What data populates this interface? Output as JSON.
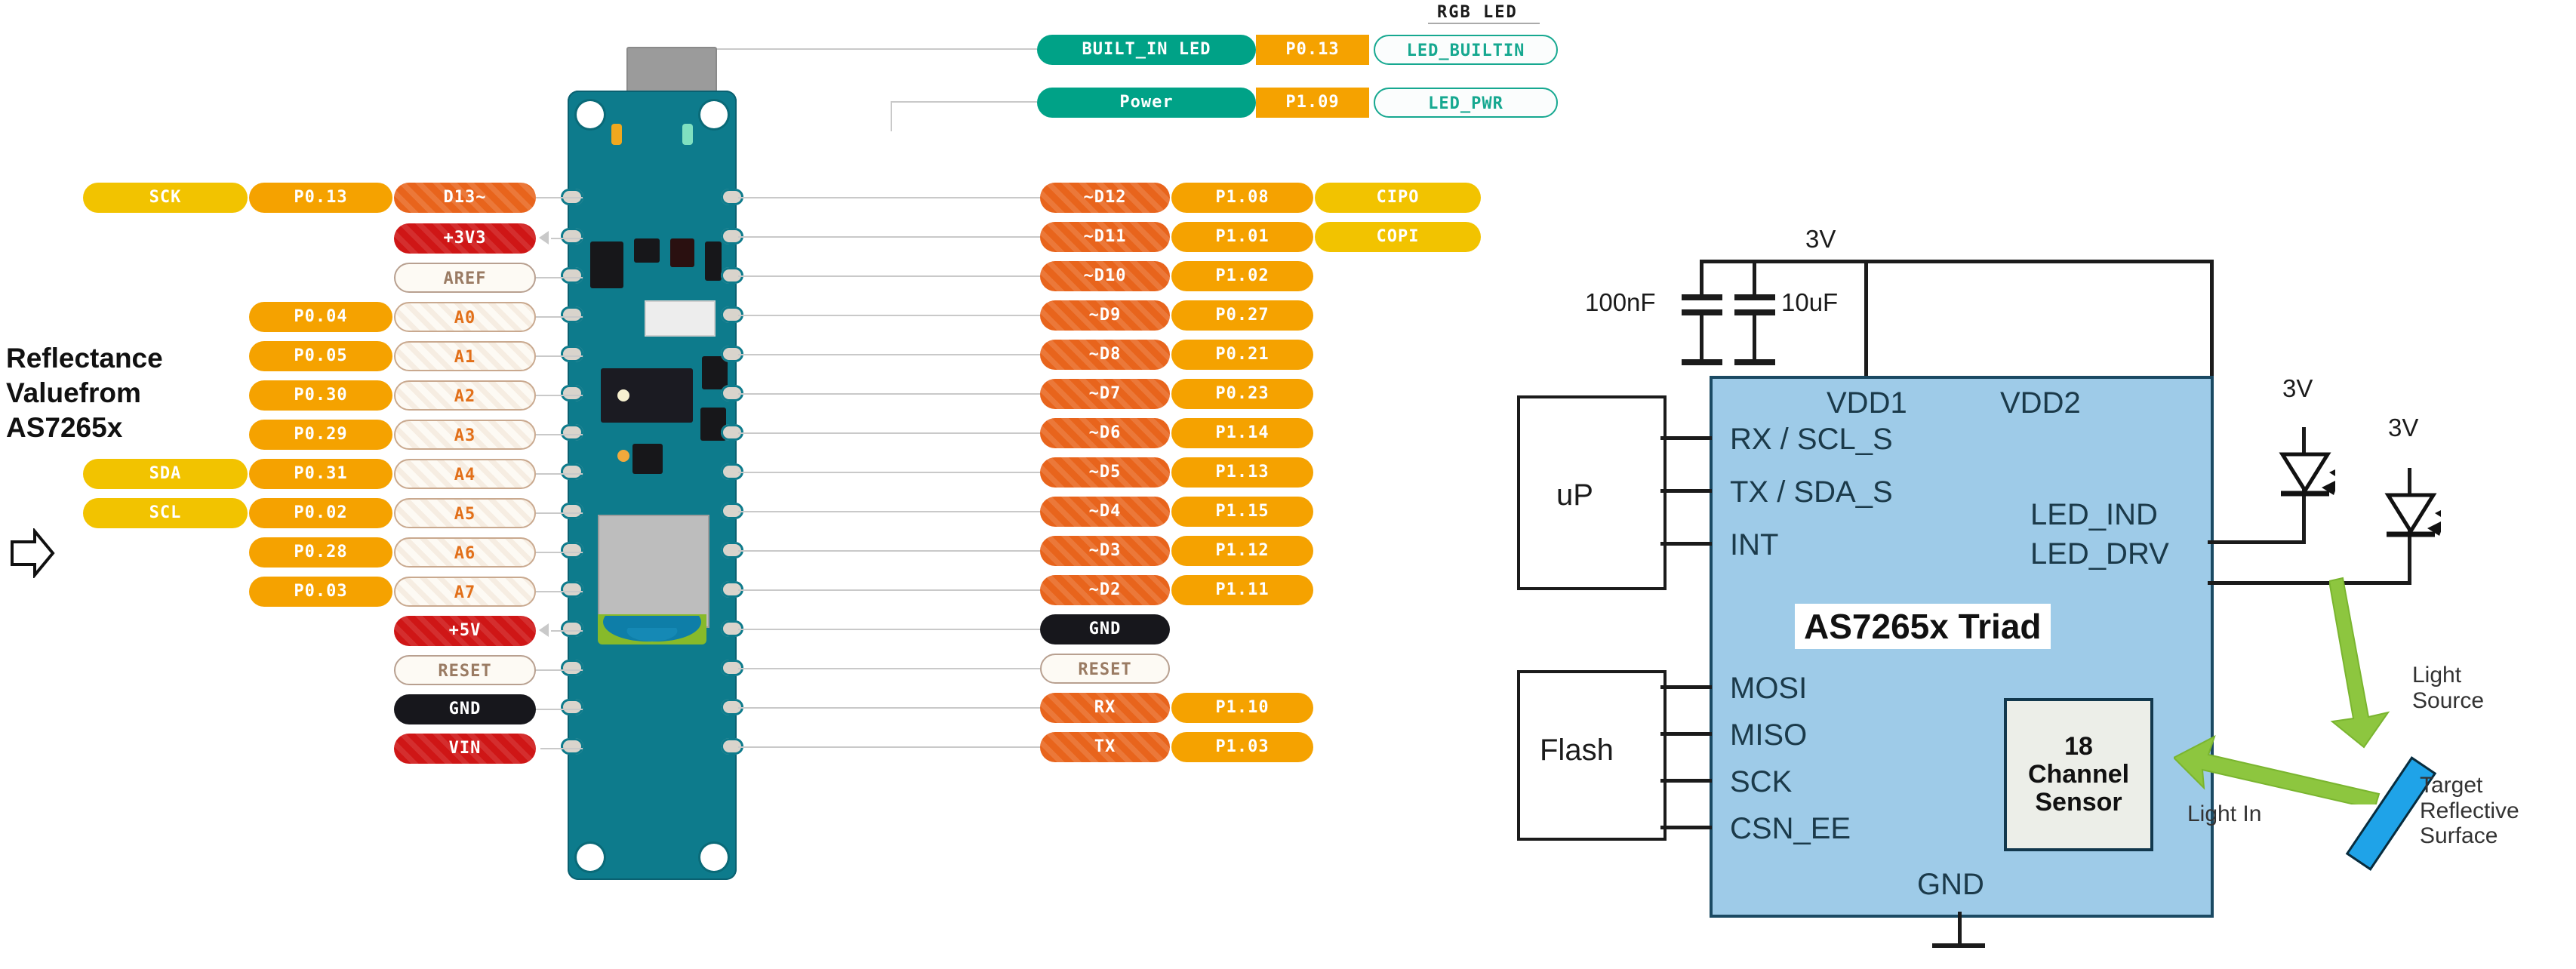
{
  "annotation": {
    "left_note": "Reflectance Valuefrom AS7265x",
    "arrow_icon": "right-arrow-outline"
  },
  "rgb_led": {
    "title": "RGB LED",
    "rows": [
      {
        "fn": "BUILT_IN LED",
        "port": "P0.13",
        "alias": "LED_BUILTIN"
      },
      {
        "fn": "Power",
        "port": "P1.09",
        "alias": "LED_PWR"
      }
    ]
  },
  "left_pins": [
    {
      "fn": "SCK",
      "port": "P0.13",
      "name": "D13~",
      "kind": "dig"
    },
    {
      "fn": "",
      "port": "",
      "name": "+3V3",
      "kind": "pwr"
    },
    {
      "fn": "",
      "port": "",
      "name": "AREF",
      "kind": "plain"
    },
    {
      "fn": "",
      "port": "P0.04",
      "name": "A0",
      "kind": "ana"
    },
    {
      "fn": "",
      "port": "P0.05",
      "name": "A1",
      "kind": "ana"
    },
    {
      "fn": "",
      "port": "P0.30",
      "name": "A2",
      "kind": "ana"
    },
    {
      "fn": "",
      "port": "P0.29",
      "name": "A3",
      "kind": "ana"
    },
    {
      "fn": "SDA",
      "port": "P0.31",
      "name": "A4",
      "kind": "ana"
    },
    {
      "fn": "SCL",
      "port": "P0.02",
      "name": "A5",
      "kind": "ana"
    },
    {
      "fn": "",
      "port": "P0.28",
      "name": "A6",
      "kind": "ana"
    },
    {
      "fn": "",
      "port": "P0.03",
      "name": "A7",
      "kind": "ana"
    },
    {
      "fn": "",
      "port": "",
      "name": "+5V",
      "kind": "pwr"
    },
    {
      "fn": "",
      "port": "",
      "name": "RESET",
      "kind": "plain"
    },
    {
      "fn": "",
      "port": "",
      "name": "GND",
      "kind": "gnd"
    },
    {
      "fn": "",
      "port": "",
      "name": "VIN",
      "kind": "pwr"
    }
  ],
  "right_pins": [
    {
      "name": "~D12",
      "port": "P1.08",
      "fn": "CIPO",
      "kind": "dig"
    },
    {
      "name": "~D11",
      "port": "P1.01",
      "fn": "COPI",
      "kind": "dig"
    },
    {
      "name": "~D10",
      "port": "P1.02",
      "fn": "",
      "kind": "dig"
    },
    {
      "name": "~D9",
      "port": "P0.27",
      "fn": "",
      "kind": "dig"
    },
    {
      "name": "~D8",
      "port": "P0.21",
      "fn": "",
      "kind": "dig"
    },
    {
      "name": "~D7",
      "port": "P0.23",
      "fn": "",
      "kind": "dig"
    },
    {
      "name": "~D6",
      "port": "P1.14",
      "fn": "",
      "kind": "dig"
    },
    {
      "name": "~D5",
      "port": "P1.13",
      "fn": "",
      "kind": "dig"
    },
    {
      "name": "~D4",
      "port": "P1.15",
      "fn": "",
      "kind": "dig"
    },
    {
      "name": "~D3",
      "port": "P1.12",
      "fn": "",
      "kind": "dig"
    },
    {
      "name": "~D2",
      "port": "P1.11",
      "fn": "",
      "kind": "dig"
    },
    {
      "name": "GND",
      "port": "",
      "fn": "",
      "kind": "gnd"
    },
    {
      "name": "RESET",
      "port": "",
      "fn": "",
      "kind": "plain"
    },
    {
      "name": "RX",
      "port": "P1.10",
      "fn": "",
      "kind": "dig"
    },
    {
      "name": "TX",
      "port": "P1.03",
      "fn": "",
      "kind": "dig"
    }
  ],
  "schematic": {
    "chip_title": "AS7265x Triad",
    "supply_label": "3V",
    "cap1": "100nF",
    "cap2": "10uF",
    "vdd1": "VDD1",
    "vdd2": "VDD2",
    "up_block": "uP",
    "flash_block": "Flash",
    "left_pins_top": [
      "RX / SCL_S",
      "TX / SDA_S",
      "INT"
    ],
    "left_pins_bottom": [
      "MOSI",
      "MISO",
      "SCK",
      "CSN_EE"
    ],
    "led_ind": "LED_IND",
    "led_drv": "LED_DRV",
    "gnd": "GND",
    "led1_supply": "3V",
    "led2_supply": "3V",
    "sensor_box": [
      "18",
      "Channel",
      "Sensor"
    ],
    "light_source": "Light Source",
    "light_in": "Light In",
    "target": "Target Reflective Surface",
    "colors": {
      "chip_fill": "#9ecbe8",
      "chip_border": "#1b4a63",
      "target_fill": "#1fa3e8",
      "arrow_green": "#8dc63f"
    }
  }
}
